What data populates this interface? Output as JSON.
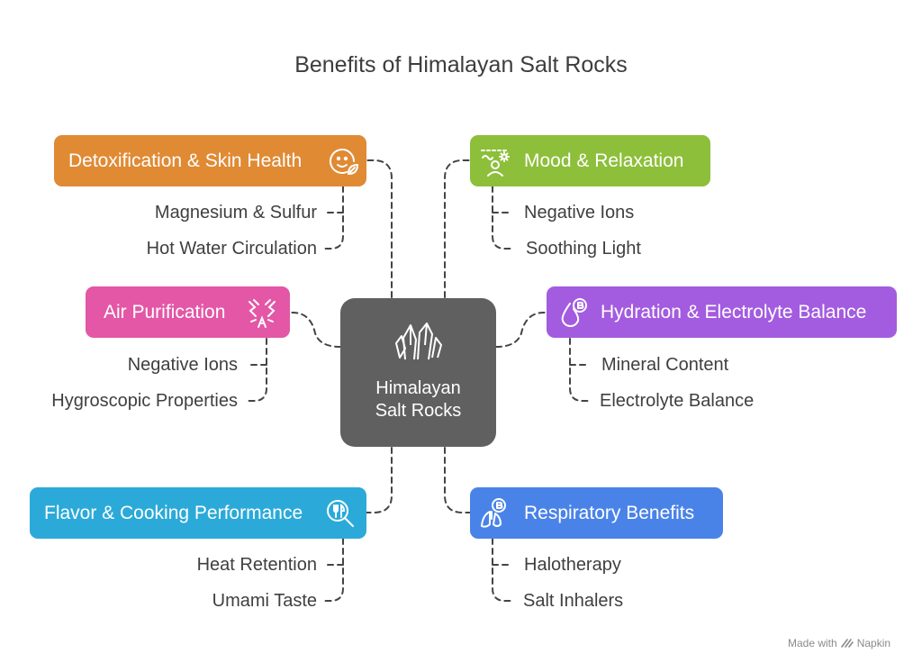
{
  "title": "Benefits of Himalayan Salt Rocks",
  "center": {
    "line1": "Himalayan",
    "line2": "Salt Rocks",
    "icon": "crystal-icon"
  },
  "branches": [
    {
      "label": "Detoxification & Skin Health",
      "color": "#E08A34",
      "icon": "face-leaf-icon",
      "items": [
        "Magnesium & Sulfur",
        "Hot Water Circulation"
      ]
    },
    {
      "label": "Mood & Relaxation",
      "color": "#8DBF3A",
      "icon": "person-sun-icon",
      "items": [
        "Negative Ions",
        "Soothing Light"
      ]
    },
    {
      "label": "Air Purification",
      "color": "#E357A6",
      "icon": "air-flow-icon",
      "items": [
        "Negative Ions",
        "Hygroscopic Properties"
      ]
    },
    {
      "label": "Hydration & Electrolyte Balance",
      "color": "#A35CE0",
      "icon": "water-drop-icon",
      "items": [
        "Mineral Content",
        "Electrolyte Balance"
      ]
    },
    {
      "label": "Flavor & Cooking Performance",
      "color": "#2BAAD9",
      "icon": "magnifier-utensils-icon",
      "items": [
        "Heat Retention",
        "Umami Taste"
      ]
    },
    {
      "label": "Respiratory Benefits",
      "color": "#4A83E8",
      "icon": "lungs-icon",
      "items": [
        "Halotherapy",
        "Salt Inhalers"
      ]
    }
  ],
  "footer": {
    "made_with": "Made with",
    "brand": "Napkin"
  }
}
